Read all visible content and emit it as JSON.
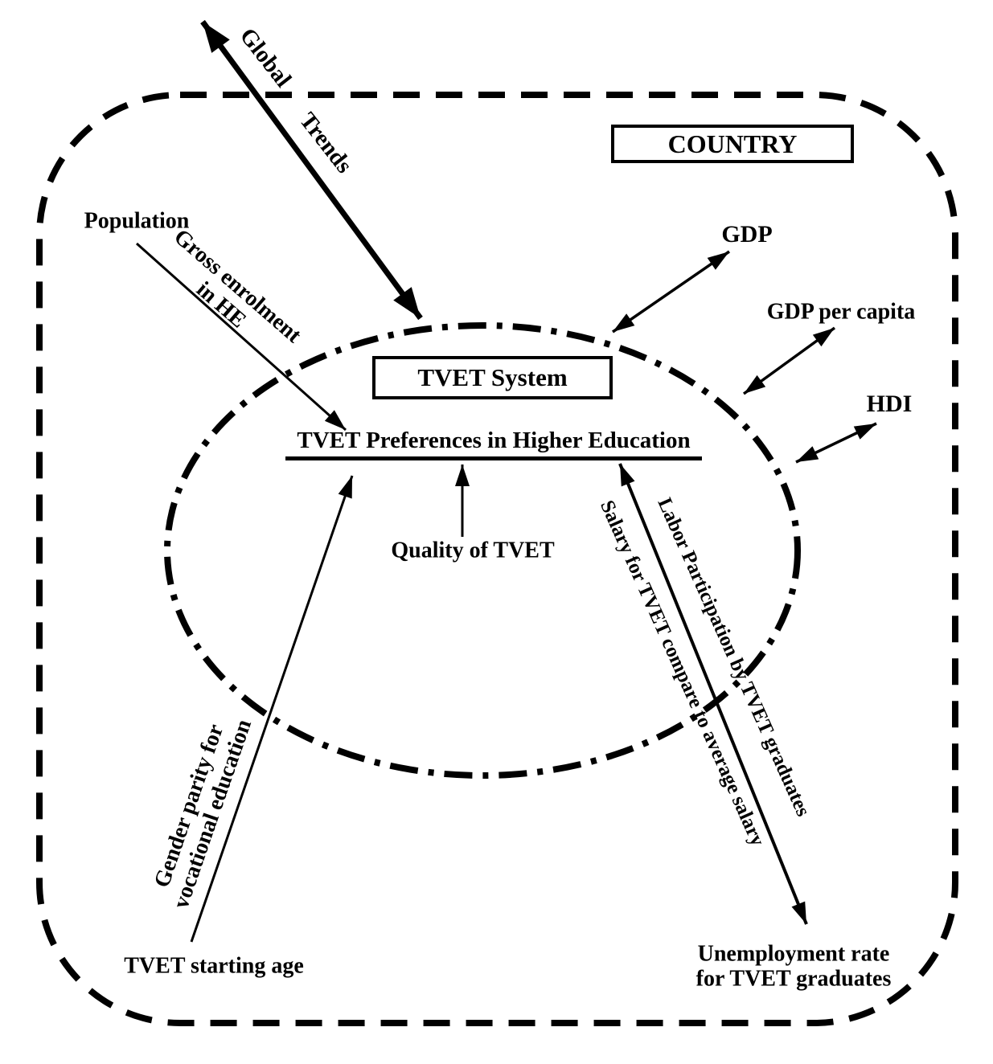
{
  "diagram": {
    "title_box": {
      "country": "COUNTRY",
      "tvet_system": "TVET System"
    },
    "center_title": "TVET Preferences in Higher Education",
    "labels": {
      "global_line1": "Global",
      "global_line2": "Trends",
      "population": "Population",
      "gross_enrolment_line1": "Gross enrolment",
      "gross_enrolment_line2": "in HE",
      "gdp": "GDP",
      "gdp_per_capita": "GDP per capita",
      "hdi": "HDI",
      "quality": "Quality of TVET",
      "gender_parity_line1": "Gender parity for",
      "gender_parity_line2": "vocational education",
      "tvet_starting_age": "TVET starting age",
      "salary": "Salary for TVET compare to average salary",
      "labor": "Labor Participation by TVET graduates",
      "unemployment_line1": "Unemployment rate",
      "unemployment_line2": "for TVET graduates"
    },
    "arrows": [
      {
        "name": "global-trends-arrow",
        "from": "Global Trends",
        "to": "TVET System",
        "double_headed": true
      },
      {
        "name": "population-arrow",
        "from": "Population / Gross enrolment in HE",
        "to": "TVET Preferences in Higher Education",
        "double_headed": false
      },
      {
        "name": "gdp-arrow",
        "from": "TVET System",
        "to": "GDP",
        "double_headed": true
      },
      {
        "name": "gdp-per-capita-arrow",
        "from": "TVET System",
        "to": "GDP per capita",
        "double_headed": true
      },
      {
        "name": "hdi-arrow",
        "from": "TVET System",
        "to": "HDI",
        "double_headed": true
      },
      {
        "name": "quality-arrow",
        "from": "Quality of TVET",
        "to": "TVET Preferences in Higher Education",
        "double_headed": false
      },
      {
        "name": "gender-parity-arrow",
        "from": "TVET starting age / Gender parity for vocational education",
        "to": "TVET Preferences in Higher Education",
        "double_headed": false
      },
      {
        "name": "salary-labor-arrow",
        "from": "TVET Preferences in Higher Education",
        "to": "Unemployment rate for TVET graduates",
        "double_headed": true
      }
    ],
    "colors": {
      "ink": "#000000",
      "paper": "#ffffff"
    }
  }
}
